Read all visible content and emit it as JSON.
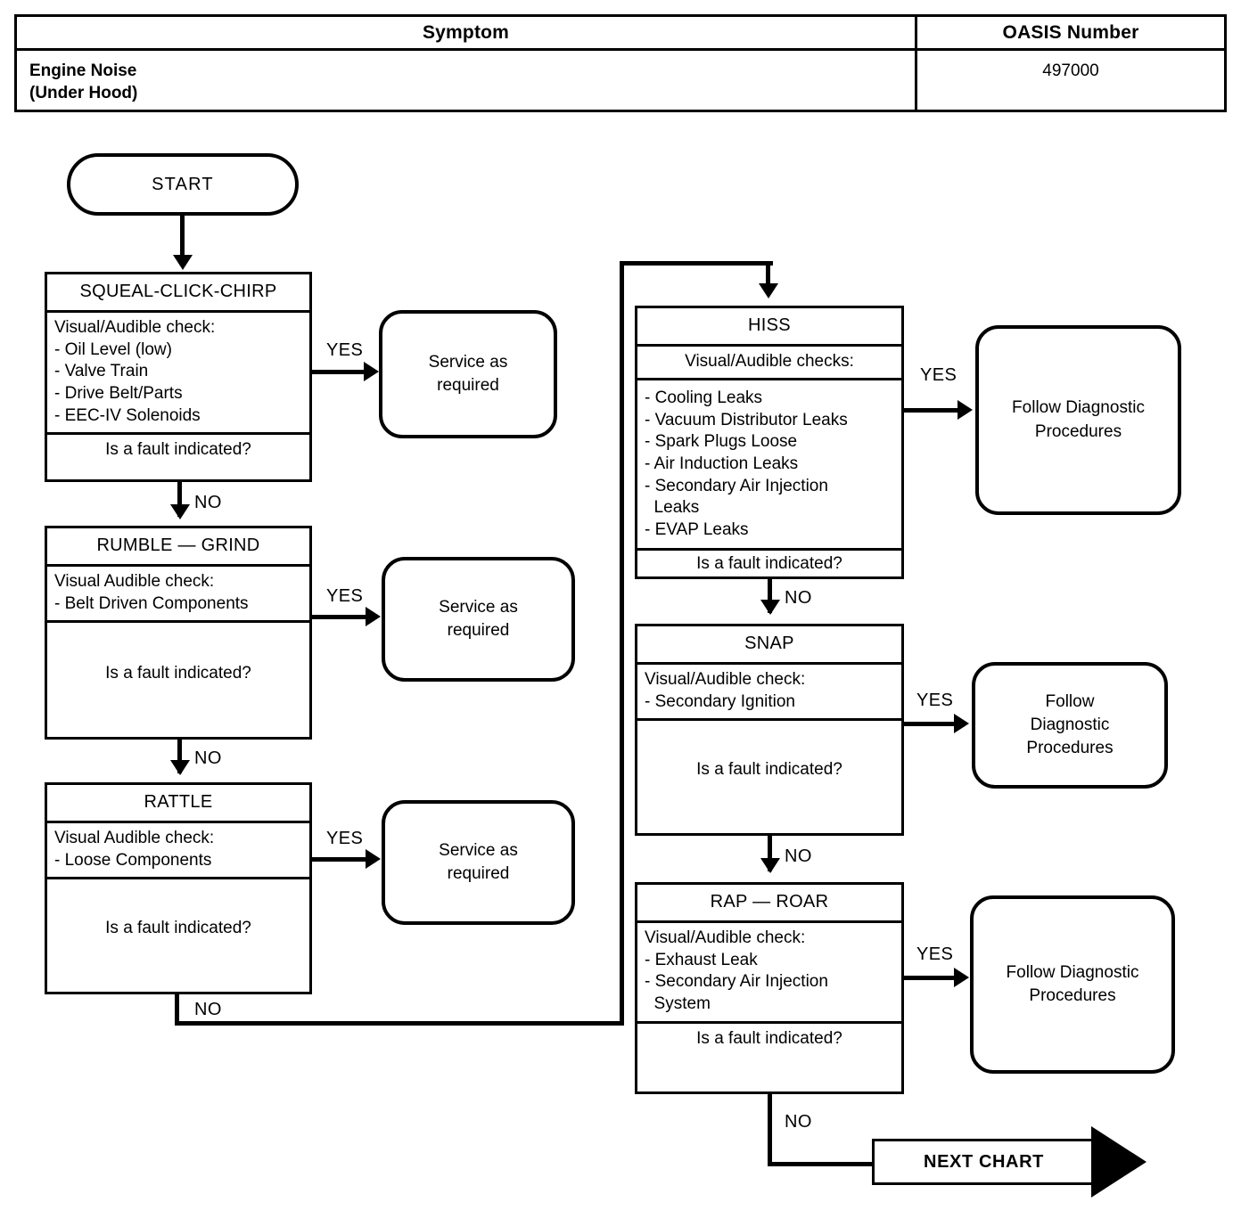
{
  "header": {
    "col_symptom": "Symptom",
    "col_oasis": "OASIS Number",
    "symptom_value_line1": "Engine Noise",
    "symptom_value_line2": "(Under Hood)",
    "oasis_value": "497000"
  },
  "start": {
    "label": "START"
  },
  "labels": {
    "yes": "YES",
    "no": "NO"
  },
  "next_chart": {
    "label": "NEXT CHART"
  },
  "question": "Is a fault indicated?",
  "nodes": {
    "squeal": {
      "title": "SQUEAL-CLICK-CHIRP",
      "check_header": "Visual/Audible check:",
      "items": [
        "- Oil Level (low)",
        "- Valve Train",
        "- Drive Belt/Parts",
        "- EEC-IV Solenoids"
      ],
      "question": "Is a fault indicated?",
      "yes": "YES",
      "no": "NO"
    },
    "rumble": {
      "title": "RUMBLE — GRIND",
      "check_header": "Visual Audible check:",
      "items": [
        "- Belt Driven Components"
      ],
      "question": "Is a fault indicated?",
      "yes": "YES",
      "no": "NO"
    },
    "rattle": {
      "title": "RATTLE",
      "check_header": "Visual Audible check:",
      "items": [
        "- Loose Components"
      ],
      "question": "Is a fault indicated?",
      "yes": "YES",
      "no": "NO"
    },
    "hiss": {
      "title": "HISS",
      "check_header": "Visual/Audible checks:",
      "items": [
        "- Cooling Leaks",
        "- Vacuum Distributor Leaks",
        "- Spark Plugs Loose",
        "- Air Induction Leaks",
        "- Secondary Air Injection\n  Leaks",
        "- EVAP Leaks"
      ],
      "question": "Is a fault indicated?",
      "yes": "YES",
      "no": "NO"
    },
    "snap": {
      "title": "SNAP",
      "check_header": "Visual/Audible check:",
      "items": [
        "- Secondary Ignition"
      ],
      "question": "Is a fault indicated?",
      "yes": "YES",
      "no": "NO"
    },
    "rap": {
      "title": "RAP — ROAR",
      "check_header": "Visual/Audible check:",
      "items": [
        "- Exhaust Leak",
        "- Secondary Air Injection\n  System"
      ],
      "question": "Is a fault indicated?",
      "yes": "YES",
      "no": "NO"
    }
  },
  "outcomes": {
    "service_1": "Service as\nrequired",
    "service_2": "Service as\nrequired",
    "service_3": "Service as\nrequired",
    "follow_1": "Follow Diagnostic\nProcedures",
    "follow_2": "Follow\nDiagnostic\nProcedures",
    "follow_3": "Follow Diagnostic\nProcedures"
  },
  "colors": {
    "ink": "#000000",
    "paper": "#ffffff"
  }
}
